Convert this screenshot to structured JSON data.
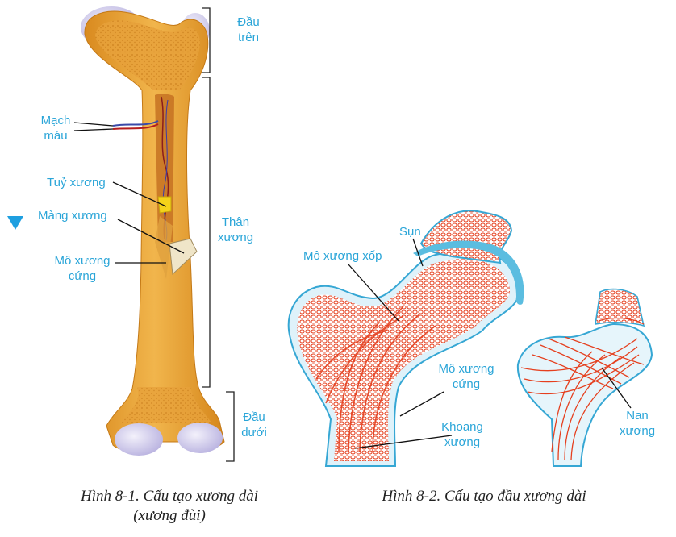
{
  "figure1": {
    "labels": {
      "top_end_1": "Đầu",
      "top_end_2": "trên",
      "blood_vessel_1": "Mạch",
      "blood_vessel_2": "máu",
      "bone_marrow": "Tuỷ xương",
      "periosteum": "Màng xương",
      "compact_bone_1": "Mô xương",
      "compact_bone_2": "cứng",
      "shaft_1": "Thân",
      "shaft_2": "xương",
      "bottom_end_1": "Đầu",
      "bottom_end_2": "dưới"
    },
    "caption_line1": "Hình 8-1. Cấu tạo xương dài",
    "caption_line2": "(xương đùi)"
  },
  "figure2": {
    "labels": {
      "cartilage": "Sụn",
      "spongy_bone": "Mô xương xốp",
      "compact_bone_1": "Mô xương",
      "compact_bone_2": "cứng",
      "cavity_1": "Khoang",
      "cavity_2": "xương",
      "trabecula_1": "Nan",
      "trabecula_2": "xương"
    },
    "caption": "Hình 8-2. Cấu tạo đầu xương dài"
  },
  "colors": {
    "label": "#2aa5d8",
    "bone": "#e8a236",
    "spongy": "#e5401f",
    "cartilage": "#5bbde0",
    "marker": "#1e9fe0"
  }
}
